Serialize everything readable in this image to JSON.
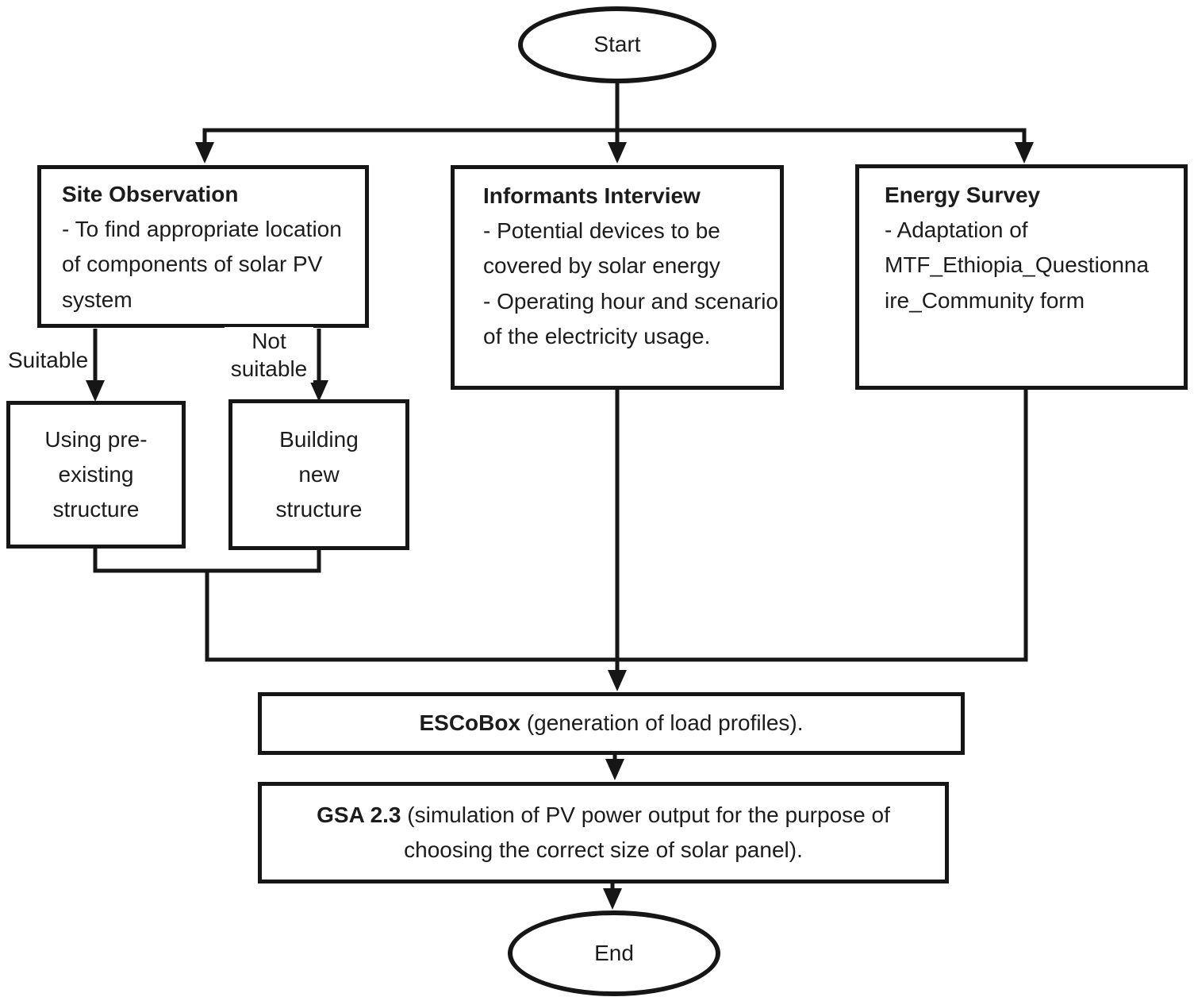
{
  "diagram": {
    "start_label": "Start",
    "end_label": "End",
    "nodes": {
      "site_observation": {
        "title": "Site Observation",
        "body": "- To find appropriate location of components of solar PV system"
      },
      "informants_interview": {
        "title": "Informants Interview",
        "items": [
          "- Potential devices to be covered by solar energy",
          "- Operating hour and scenario of the electricity usage."
        ]
      },
      "energy_survey": {
        "title": "Energy Survey",
        "body": "- Adaptation of MTF_Ethiopia_Questionnaire_Community form"
      },
      "pre_existing_structure": {
        "label": "Using pre-existing structure"
      },
      "new_structure": {
        "label": "Building new structure"
      },
      "escobox": {
        "name": "ESCoBox",
        "description": " (generation of load profiles)."
      },
      "gsa": {
        "name": "GSA 2.3",
        "description": " (simulation of PV power output for the purpose of choosing the correct size of solar panel)."
      }
    },
    "edge_labels": {
      "suitable": "Suitable",
      "not_suitable": "Not suitable"
    },
    "colors": {
      "line": "#161616",
      "text": "#1c1c1c",
      "background": "#ffffff"
    }
  }
}
